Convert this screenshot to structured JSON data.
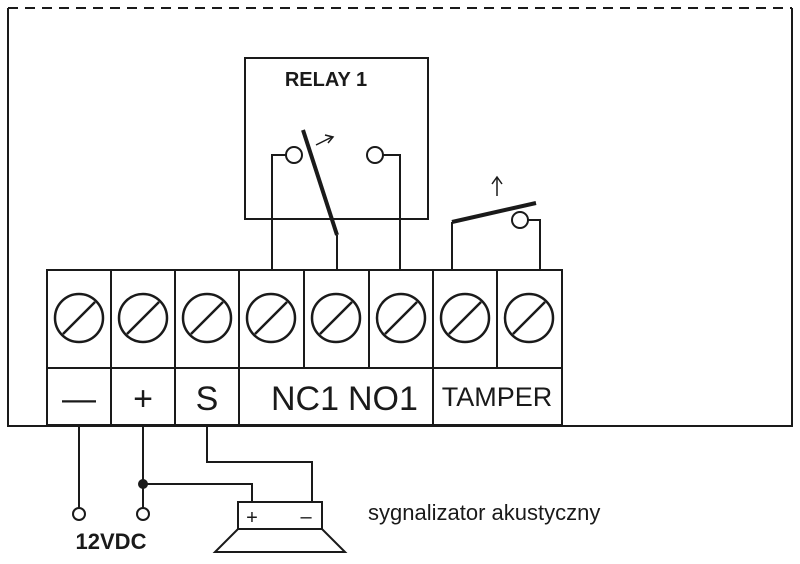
{
  "relay": {
    "title": "RELAY 1"
  },
  "terminals": [
    {
      "id": "minus",
      "label": "—"
    },
    {
      "id": "plus",
      "label": "+"
    },
    {
      "id": "s",
      "label": "S"
    },
    {
      "id": "nc1",
      "label": "NC1"
    },
    {
      "id": "no1",
      "label": "NO1"
    },
    {
      "id": "tamper",
      "label": "TAMPER"
    }
  ],
  "power": {
    "label": "12VDC"
  },
  "buzzer": {
    "label": "sygnalizator akustyczny",
    "plus": "+",
    "minus": "–"
  }
}
